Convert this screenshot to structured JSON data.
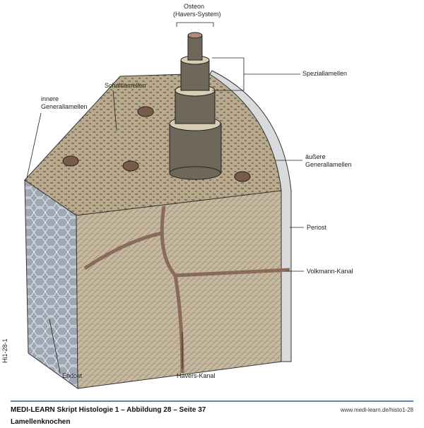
{
  "figure": {
    "labels": {
      "osteon": "Osteon",
      "havers_system": "(Havers-System)",
      "schaltlamellen": "Schaltlamellen",
      "speziallamellen": "Speziallamellen",
      "innere_1": "innere",
      "innere_2": "Generallamellen",
      "aeussere_1": "äußere",
      "aeussere_2": "Generallamellen",
      "periost": "Periost",
      "volkmann": "Volkmann-Kanal",
      "endost": "Endost",
      "havers_kanal": "Havers-Kanal"
    },
    "side_code": "Hi1-28-1"
  },
  "footer": {
    "title": "MEDI-LEARN Skript Histologie 1 – Abbildung 28 – Seite 37",
    "url": "www.medi-learn.de/histo1-28",
    "subtitle": "Lamellenknochen"
  },
  "colors": {
    "accent": "#5d7fae",
    "bone": "#c8b89c",
    "endost": "#9aa4b0"
  }
}
